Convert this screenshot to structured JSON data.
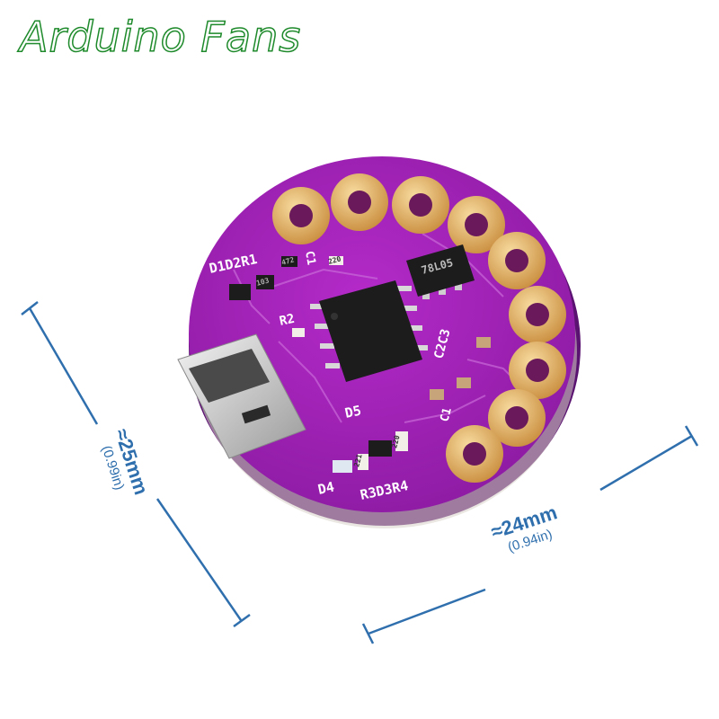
{
  "watermark": {
    "text": "Arduino Fans"
  },
  "dimensions": {
    "height_label": "≈25mm",
    "height_inches": "(0.99in)",
    "width_label": "≈24mm",
    "width_inches": "(0.94in)"
  },
  "board_labels": {
    "d1d2": "D1D2R1",
    "c1": "C1",
    "r2": "R2",
    "d5": "D5",
    "d4": "D4",
    "r3d3r4": "R3D3R4",
    "c2c3": "C2C3",
    "c_right": "C1",
    "reg": "78L05",
    "r220a": "220",
    "r220b": "220",
    "r472": "472",
    "r103": "103",
    "r221": "221"
  },
  "colors": {
    "pcb": "#9a1fb0",
    "pcb_dark": "#6b1480",
    "pad": "#e7b86f",
    "dimension": "#2f6fad",
    "watermark": "#1e8a2b"
  }
}
